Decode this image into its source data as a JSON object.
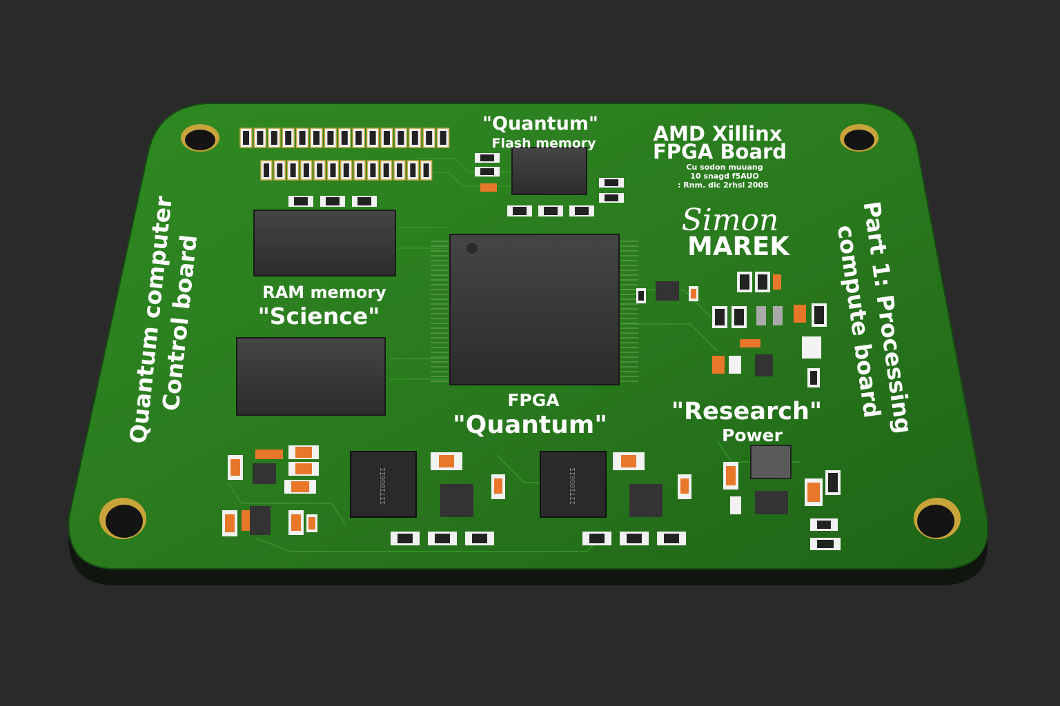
{
  "board": {
    "flash_title": "\"Quantum\"",
    "flash_sub": "Flash memory",
    "brand_line1": "AMD Xillinx",
    "brand_line2": "FPGA Board",
    "fine_print_1": "Cu sodon muuang",
    "fine_print_2": "10 snagd f5AUO",
    "fine_print_3": ": Rnm. dic 2rhsl 200S",
    "signature": "Simon",
    "author": "MAREK",
    "ram_label": "RAM memory",
    "ram_name": "\"Science\"",
    "fpga_label": "FPGA",
    "fpga_name": "\"Quantum\"",
    "power_name": "\"Research\"",
    "power_label": "Power",
    "left_line1": "Quantum computer",
    "left_line2": "Control board",
    "right_line1": "Part 1: Processing",
    "right_line2": "compute board",
    "reg_chip_text": "IITIOGGII"
  },
  "colors": {
    "background": "#2a2a2a",
    "pcb": "#2a7a1e",
    "pcb_dark": "#1e5e16",
    "chip": "#3a3a3a",
    "silk": "#ffffff",
    "pad_gold": "#c9a43a",
    "resistor_orange": "#e8772a"
  }
}
